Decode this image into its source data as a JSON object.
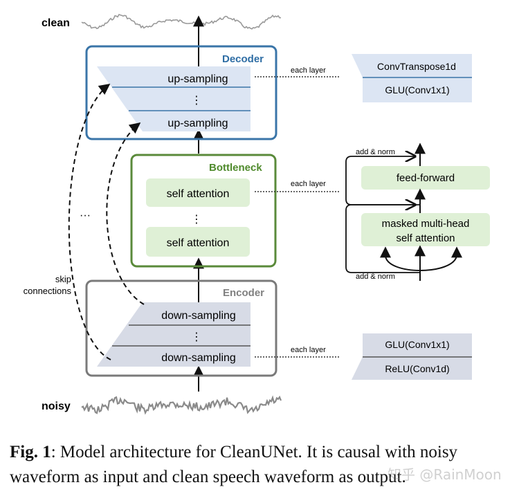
{
  "labels": {
    "clean": "clean",
    "noisy": "noisy",
    "skip_line1": "skip",
    "skip_line2": "connections",
    "ellipsis_h": "···"
  },
  "decoder": {
    "title": "Decoder",
    "top": "up-sampling",
    "dots": "⋮",
    "bottom": "up-sampling",
    "each_layer": "each layer",
    "detail": [
      "ConvTranspose1d",
      "GLU(Conv1x1)"
    ]
  },
  "bottleneck": {
    "title": "Bottleneck",
    "top": "self attention",
    "dots": "⋮",
    "bottom": "self attention",
    "each_layer": "each layer",
    "detail": {
      "add_norm_top": "add & norm",
      "feed_forward": "feed-forward",
      "mha_line1": "masked multi-head",
      "mha_line2": "self attention",
      "add_norm_bottom": "add & norm"
    }
  },
  "encoder": {
    "title": "Encoder",
    "top": "down-sampling",
    "dots": "⋮",
    "bottom": "down-sampling",
    "each_layer": "each layer",
    "detail": [
      "GLU(Conv1x1)",
      "ReLU(Conv1d)"
    ]
  },
  "caption": {
    "fig_label": "Fig. 1",
    "text": ": Model architecture for CleanUNet. It is causal with noisy waveform as input and clean speech waveform as output."
  },
  "watermark": "知乎 @RainMoon",
  "colors": {
    "decoder_border": "#3a75a8",
    "decoder_title": "#2e6da4",
    "bottleneck_border": "#5a8a3a",
    "bottleneck_title": "#4f8a2c",
    "encoder_border": "#7a7a7a",
    "encoder_title": "#808080",
    "blue_fill": "#dce5f3",
    "green_fill": "#dff0d6",
    "gray_fill": "#d7dbe6",
    "wave": "#888888"
  }
}
